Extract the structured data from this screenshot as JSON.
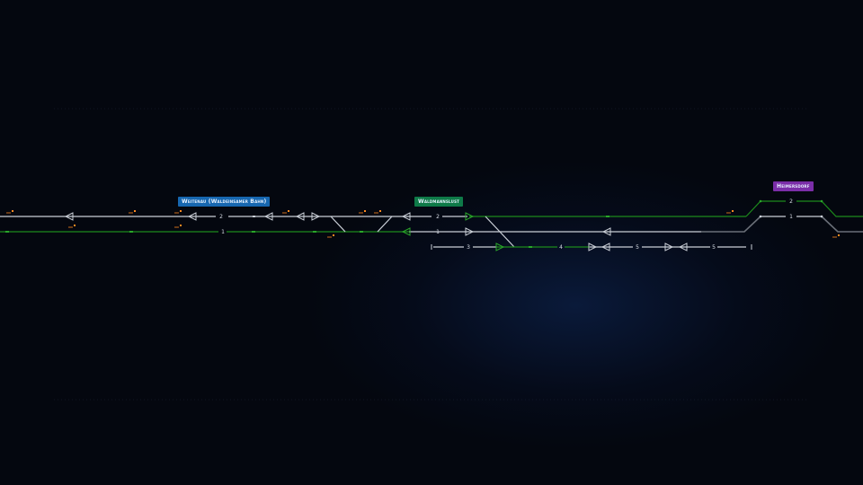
{
  "stations": [
    {
      "id": "weitenau",
      "label": "Weitenau (Waldeinsamer Bahn)",
      "color": "#1767b0"
    },
    {
      "id": "waldmannslust",
      "label": "Waldmannslust",
      "color": "#0e7a48"
    },
    {
      "id": "heimersdorf",
      "label": "Heimersdorf",
      "color": "#7b2ea8"
    }
  ],
  "track_labels": {
    "w1": "2",
    "w2": "1",
    "c1": "2",
    "c2": "1",
    "c3": "3",
    "c4": "4",
    "c5": "5",
    "c6": "5",
    "h1": "2",
    "h2": "1"
  },
  "colors": {
    "track": "#c9ced6",
    "occupied": "#1c8a1c",
    "signal_orange": "#ff8a1f",
    "background": "#04070f"
  }
}
